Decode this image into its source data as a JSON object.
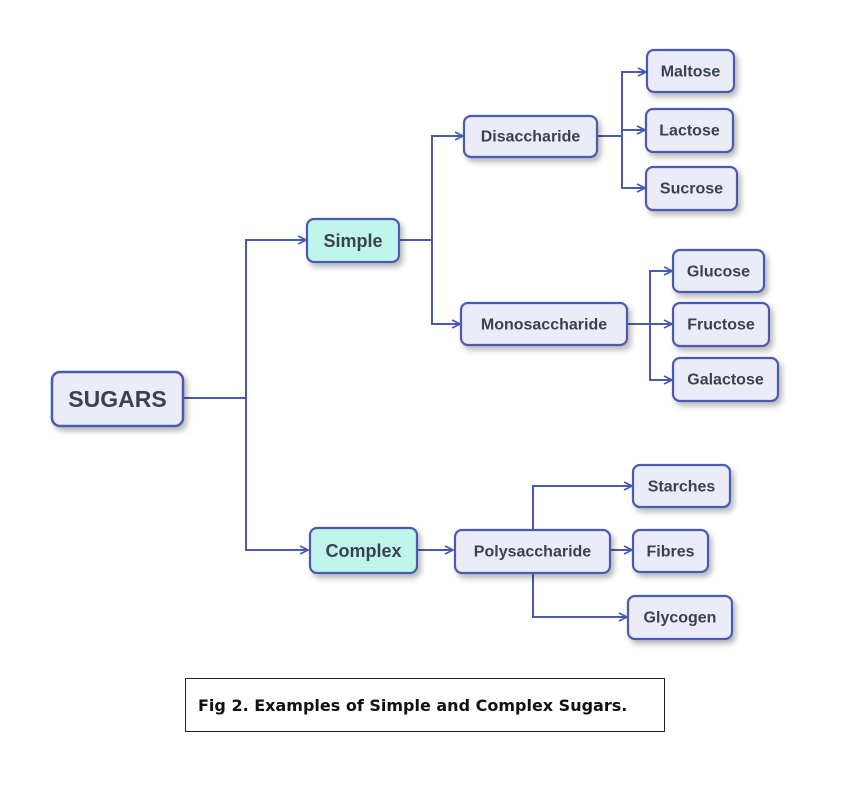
{
  "colors": {
    "line": "#4a5ab0",
    "node_border": "#4a5ab0",
    "node_fill": "#ebecf7",
    "category_fill": "#bff5ea",
    "text": "#3a4150"
  },
  "nodes": {
    "root": "SUGARS",
    "simple": "Simple",
    "complex": "Complex",
    "disaccharide": "Disaccharide",
    "monosaccharide": "Monosaccharide",
    "polysaccharide": "Polysaccharide",
    "maltose": "Maltose",
    "lactose": "Lactose",
    "sucrose": "Sucrose",
    "glucose": "Glucose",
    "fructose": "Fructose",
    "galactose": "Galactose",
    "starches": "Starches",
    "fibres": "Fibres",
    "glycogen": "Glycogen"
  },
  "caption": "Fig 2. Examples of Simple and Complex Sugars."
}
